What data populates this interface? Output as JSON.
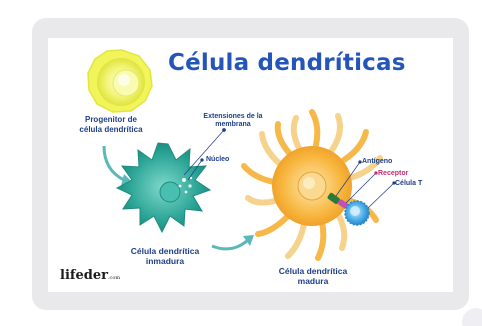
{
  "title": "Célula dendríticas",
  "labels": {
    "progenitor": "Progenitor de\ncélula dendrítica",
    "extensiones": "Extensiones de la\nmembrana",
    "nucleo": "Núcleo",
    "inmadura": "Célula dendrítica\ninmadura",
    "madura": "Célula dendrítica\nmadura",
    "antigeno": "Antígeno",
    "receptor": "Receptor",
    "celula_t": "Célula T"
  },
  "logo": {
    "text": "lifeder",
    "suffix": ".com"
  },
  "colors": {
    "title": "#2356b8",
    "labels": "#1e3f86",
    "receptor_label": "#c0306e",
    "progenitor_cell": "#eef05a",
    "immature_cell": "#2aa89b",
    "mature_cell": "#f7b13a",
    "mature_extensions": "#f5d38c",
    "t_cell": "#3aa6e0",
    "antigen": "#2a7a3a",
    "receptor": "#c64fb7",
    "arrow": "#5ab8b8",
    "card_bg": "#e9e9ec"
  }
}
